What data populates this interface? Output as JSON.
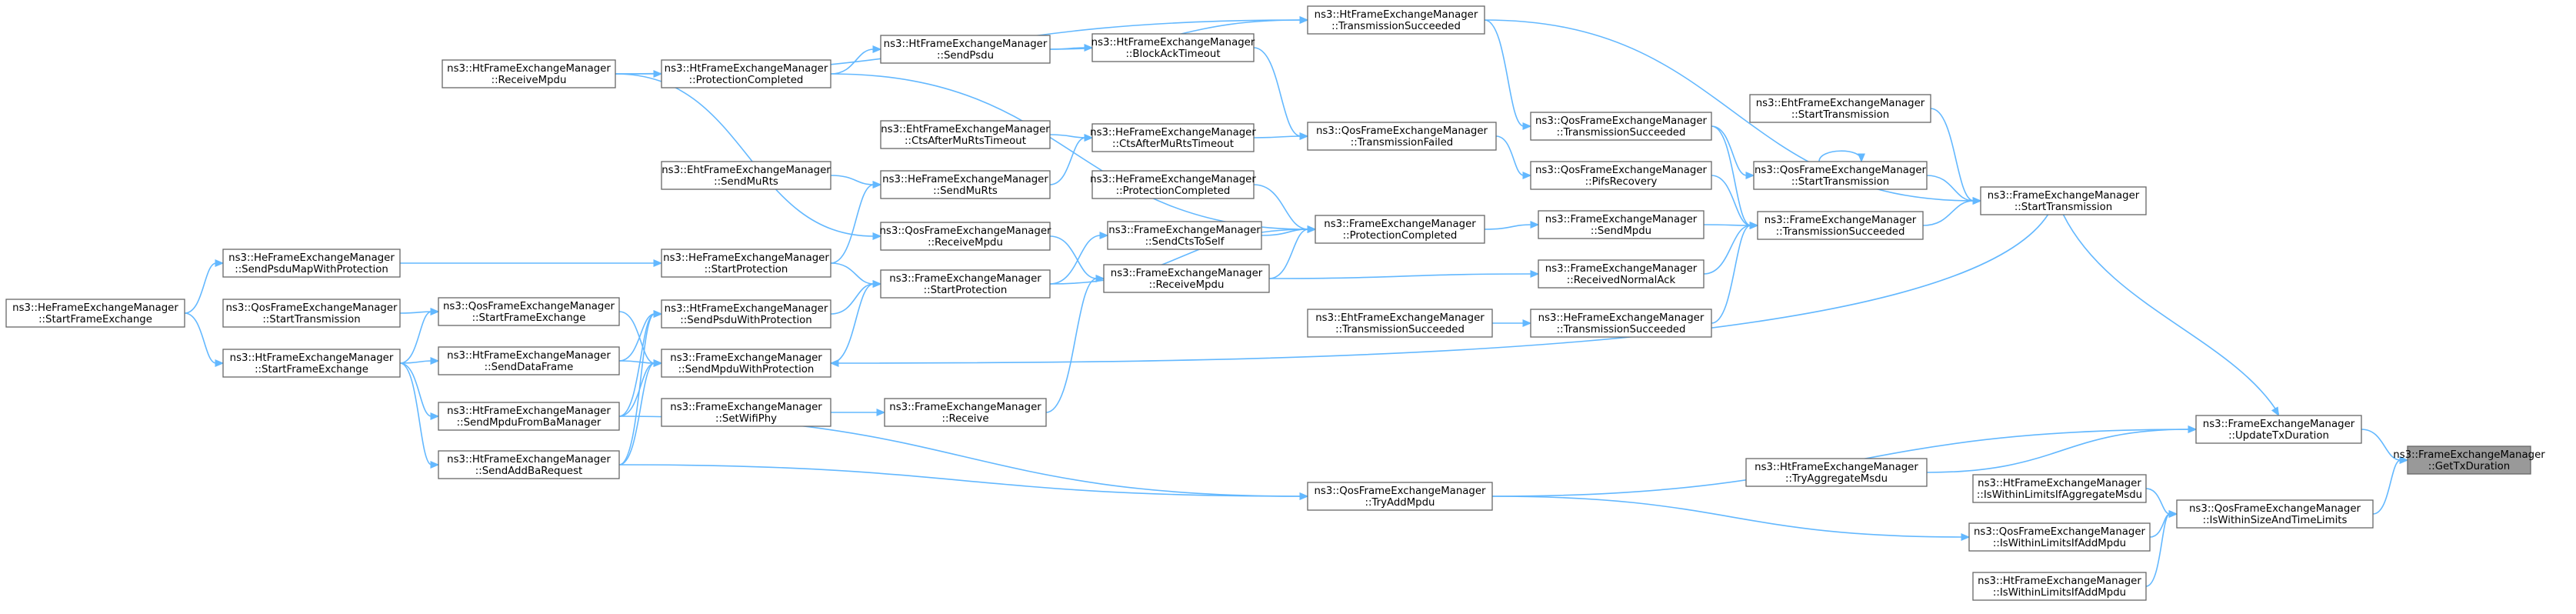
{
  "graph": {
    "colors": {
      "edge": "#63b8ff",
      "node_border": "#666666",
      "node_fill": "#ffffff",
      "focus_fill": "#999999"
    },
    "nodes": [
      {
        "id": "n1",
        "line1": "ns3::FrameExchangeManager",
        "line2": "::GetTxDuration",
        "focus": true
      },
      {
        "id": "n2",
        "line1": "ns3::FrameExchangeManager",
        "line2": "::UpdateTxDuration"
      },
      {
        "id": "n3",
        "line1": "ns3::QosFrameExchangeManager",
        "line2": "::IsWithinSizeAndTimeLimits"
      },
      {
        "id": "n4",
        "line1": "ns3::FrameExchangeManager",
        "line2": "::StartTransmission"
      },
      {
        "id": "n5",
        "line1": "ns3::QosFrameExchangeManager",
        "line2": "::TryAddMpdu"
      },
      {
        "id": "n6",
        "line1": "ns3::HtFrameExchangeManager",
        "line2": "::TryAggregateMsdu"
      },
      {
        "id": "n7",
        "line1": "ns3::HtFrameExchangeManager",
        "line2": "::IsWithinLimitsIfAggregateMsdu"
      },
      {
        "id": "n8",
        "line1": "ns3::QosFrameExchangeManager",
        "line2": "::IsWithinLimitsIfAddMpdu"
      },
      {
        "id": "n9",
        "line1": "ns3::HtFrameExchangeManager",
        "line2": "::IsWithinLimitsIfAddMpdu"
      },
      {
        "id": "n10",
        "line1": "ns3::HtFrameExchangeManager",
        "line2": "::TransmissionSucceeded"
      },
      {
        "id": "n11",
        "line1": "ns3::FrameExchangeManager",
        "line2": "::TransmissionSucceeded"
      },
      {
        "id": "n12",
        "line1": "ns3::QosFrameExchangeManager",
        "line2": "::StartTransmission"
      },
      {
        "id": "n13",
        "line1": "ns3::EhtFrameExchangeManager",
        "line2": "::StartTransmission"
      },
      {
        "id": "n14",
        "line1": "ns3::FrameExchangeManager",
        "line2": "::SendMpduWithProtection"
      },
      {
        "id": "n15",
        "line1": "ns3::HtFrameExchangeManager",
        "line2": "::SendAddBaRequest"
      },
      {
        "id": "n16",
        "line1": "ns3::QosFrameExchangeManager",
        "line2": "::TransmissionSucceeded"
      },
      {
        "id": "n17",
        "line1": "ns3::QosFrameExchangeManager",
        "line2": "::PifsRecovery"
      },
      {
        "id": "n18",
        "line1": "ns3::FrameExchangeManager",
        "line2": "::SendMpdu"
      },
      {
        "id": "n19",
        "line1": "ns3::FrameExchangeManager",
        "line2": "::ReceivedNormalAck"
      },
      {
        "id": "n20",
        "line1": "ns3::HeFrameExchangeManager",
        "line2": "::TransmissionSucceeded"
      },
      {
        "id": "n21",
        "line1": "ns3::QosFrameExchangeManager",
        "line2": "::TransmissionFailed"
      },
      {
        "id": "n22",
        "line1": "ns3::FrameExchangeManager",
        "line2": "::ProtectionCompleted"
      },
      {
        "id": "n23",
        "line1": "ns3::FrameExchangeManager",
        "line2": "::ReceiveMpdu"
      },
      {
        "id": "n24",
        "line1": "ns3::EhtFrameExchangeManager",
        "line2": "::TransmissionSucceeded"
      },
      {
        "id": "n25",
        "line1": "ns3::HtFrameExchangeManager",
        "line2": "::BlockAckTimeout"
      },
      {
        "id": "n26",
        "line1": "ns3::HeFrameExchangeManager",
        "line2": "::CtsAfterMuRtsTimeout"
      },
      {
        "id": "n27",
        "line1": "ns3::HeFrameExchangeManager",
        "line2": "::ProtectionCompleted"
      },
      {
        "id": "n28",
        "line1": "ns3::FrameExchangeManager",
        "line2": "::SendCtsToSelf"
      },
      {
        "id": "n29",
        "line1": "ns3::FrameExchangeManager",
        "line2": "::Receive"
      },
      {
        "id": "n30",
        "line1": "ns3::HtFrameExchangeManager",
        "line2": "::SendPsdu"
      },
      {
        "id": "n31",
        "line1": "ns3::EhtFrameExchangeManager",
        "line2": "::CtsAfterMuRtsTimeout"
      },
      {
        "id": "n32",
        "line1": "ns3::HeFrameExchangeManager",
        "line2": "::SendMuRts"
      },
      {
        "id": "n33",
        "line1": "ns3::QosFrameExchangeManager",
        "line2": "::ReceiveMpdu"
      },
      {
        "id": "n34",
        "line1": "ns3::FrameExchangeManager",
        "line2": "::StartProtection"
      },
      {
        "id": "n35",
        "line1": "ns3::FrameExchangeManager",
        "line2": "::SetWifiPhy"
      },
      {
        "id": "n36",
        "line1": "ns3::HtFrameExchangeManager",
        "line2": "::ProtectionCompleted"
      },
      {
        "id": "n37",
        "line1": "ns3::EhtFrameExchangeManager",
        "line2": "::SendMuRts"
      },
      {
        "id": "n38",
        "line1": "ns3::HeFrameExchangeManager",
        "line2": "::StartProtection"
      },
      {
        "id": "n39",
        "line1": "ns3::HtFrameExchangeManager",
        "line2": "::SendPsduWithProtection"
      },
      {
        "id": "n40",
        "line1": "ns3::HtFrameExchangeManager",
        "line2": "::ReceiveMpdu"
      },
      {
        "id": "n41",
        "line1": "ns3::QosFrameExchangeManager",
        "line2": "::StartFrameExchange"
      },
      {
        "id": "n42",
        "line1": "ns3::HtFrameExchangeManager",
        "line2": "::SendDataFrame"
      },
      {
        "id": "n43",
        "line1": "ns3::HtFrameExchangeManager",
        "line2": "::SendMpduFromBaManager"
      },
      {
        "id": "n44",
        "line1": "ns3::HeFrameExchangeManager",
        "line2": "::SendPsduMapWithProtection"
      },
      {
        "id": "n45",
        "line1": "ns3::QosFrameExchangeManager",
        "line2": "::StartTransmission"
      },
      {
        "id": "n46",
        "line1": "ns3::HtFrameExchangeManager",
        "line2": "::StartFrameExchange"
      },
      {
        "id": "n47",
        "line1": "ns3::HeFrameExchangeManager",
        "line2": "::StartFrameExchange"
      }
    ]
  }
}
